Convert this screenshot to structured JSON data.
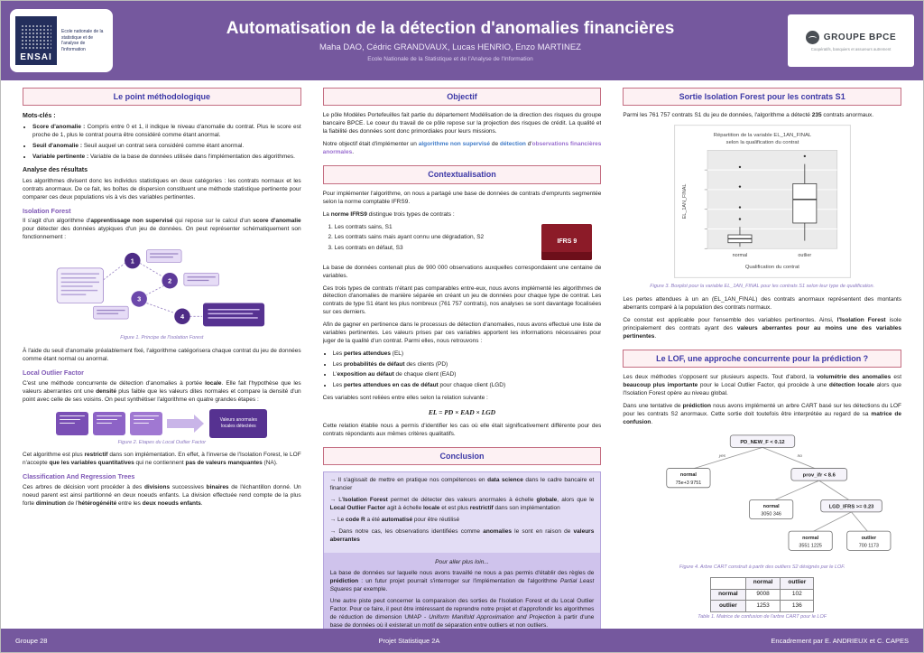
{
  "header": {
    "title": "Automatisation de la détection d'anomalies financières",
    "authors": "Maha DAO, Cédric GRANDVAUX, Lucas HENRIO, Enzo MARTINEZ",
    "school": "Ecole Nationale de la Statistique et de l'Analyse de l'Information",
    "ensai": {
      "name": "ENSAI",
      "desc": "Ecole nationale de la statistique et de l'analyse de l'information"
    },
    "bpce": {
      "name": "GROUPE BPCE",
      "tagline": "Coopératifs, banquiers et assureurs autrement"
    }
  },
  "method": {
    "title": "Le point méthodologique",
    "keywords_title": "Mots-clés :",
    "keywords": [
      {
        "term": "Score d'anomalie :",
        "def": " Compris entre 0 et 1, il indique le niveau d'anomalie du contrat. Plus le score est proche de 1, plus le contrat pourra être considéré comme étant anormal."
      },
      {
        "term": "Seuil d'anomalie :",
        "def": " Seuil auquel un contrat sera considéré comme étant anormal."
      },
      {
        "term": "Variable pertinente :",
        "def": " Variable de la base de données utilisée dans l'implémentation des algorithmes."
      }
    ],
    "analysis_title": "Analyse des résultats",
    "analysis_p": "Les algorithmes divisent donc les individus statistiques en deux catégories : les contrats normaux et les contrats anormaux. De ce fait, les boîtes de dispersion constituent une méthode statistique pertinente pour comparer ces deux populations vis à vis des variables pertinentes.",
    "if_title": "Isolation Forest",
    "if_p": [
      {
        "t": "Il s'agit d'un algorithme d'"
      },
      {
        "t": "apprentissage non supervisé",
        "b": true
      },
      {
        "t": " qui repose sur le calcul d'un "
      },
      {
        "t": "score d'anomalie",
        "b": true
      },
      {
        "t": " pour détecter des données atypiques d'un jeu de données. On peut représenter schématiquement son fonctionnement :"
      }
    ],
    "fig1_steps": [
      "1",
      "2",
      "3",
      "4"
    ],
    "fig1_caption": "Figure 1. Principe de l'Isolation Forest",
    "if_p2": "À l'aide du seuil d'anomalie préalablement fixé, l'algorithme catégorisera chaque contrat du jeu de données comme étant normal ou anormal.",
    "lof_title": "Local Outlier Factor",
    "lof_p": [
      {
        "t": "C'est une méthode concurrente de détection d'anomalies à portée "
      },
      {
        "t": "locale",
        "b": true
      },
      {
        "t": ". Elle fait l'hypothèse que les valeurs aberrantes ont une "
      },
      {
        "t": "densité",
        "b": true
      },
      {
        "t": " plus faible que les valeurs dites normales et compare la densité d'un point avec celle de ses voisins. On peut synthétiser l'algorithme en quatre grandes étapes :"
      }
    ],
    "fig2_result": "Valeurs anormales locales détectées",
    "fig2_caption": "Figure 2. Etapes du Local Outlier Factor",
    "lof_p2": [
      {
        "t": "Cet algorithme est plus "
      },
      {
        "t": "restrictif",
        "b": true
      },
      {
        "t": " dans son implémentation. En effet, à l'inverse de l'Isolation Forest, le LOF n'accepte "
      },
      {
        "t": "que les variables quantitatives",
        "b": true
      },
      {
        "t": " qui ne contiennent "
      },
      {
        "t": "pas de valeurs manquantes",
        "b": true
      },
      {
        "t": " (NA)."
      }
    ],
    "cart_title": "Classification And Regression Trees",
    "cart_p": [
      {
        "t": "Ces arbres de décision vont procéder à des "
      },
      {
        "t": "divisions",
        "b": true
      },
      {
        "t": " successives "
      },
      {
        "t": "binaires",
        "b": true
      },
      {
        "t": " de l'échantillon donné. Un noeud parent est ainsi partitionné en deux noeuds enfants. La division effectuée rend compte de la plus forte "
      },
      {
        "t": "diminution",
        "b": true
      },
      {
        "t": " de l'"
      },
      {
        "t": "hétérogénéité",
        "b": true
      },
      {
        "t": " entre les "
      },
      {
        "t": "deux noeuds enfants",
        "b": true
      },
      {
        "t": "."
      }
    ]
  },
  "objectif": {
    "title": "Objectif",
    "p1": "Le pôle Modèles Portefeuilles fait partie du département Modélisation de la direction des risques du groupe bancaire BPCE. Le coeur du travail de ce pôle repose sur la projection des risques de crédit. La qualité et la fiabilité des données sont donc primordiales pour leurs missions.",
    "p2": [
      {
        "t": "Notre objectif était d'implémenter un "
      },
      {
        "t": "algorithme non supervisé",
        "c": "hl-blue"
      },
      {
        "t": " de "
      },
      {
        "t": "détection",
        "c": "hl-blue"
      },
      {
        "t": " d'"
      },
      {
        "t": "observations financières anormales",
        "c": "hl-purple"
      },
      {
        "t": "."
      }
    ]
  },
  "context": {
    "title": "Contextualisation",
    "p1": "Pour implémenter l'algorithme, on nous a partagé une base de données de contrats d'emprunts segmentée selon la norme comptable IFRS9.",
    "p2": [
      {
        "t": "La "
      },
      {
        "t": "norme IFRS9",
        "b": true
      },
      {
        "t": " distingue trois types de contrats :"
      }
    ],
    "types": [
      "Les contrats sains, S1",
      "Les contrats sains mais ayant connu une dégradation, S2",
      "Les contrats en défaut, S3"
    ],
    "badge_label": "IFRS 9",
    "p3": "La base de données contenait plus de 900 000 observations auxquelles correspondaient une centaine de variables.",
    "p4": "Ces trois types de contrats n'étant pas comparables entre-eux, nous avons implémenté les algorithmes de détection d'anomalies de manière séparée en créant un jeu de données pour chaque type de contrat. Les contrats de type S1 étant les plus nombreux (761 757 contrats), nos analyses se sont davantage focalisées sur ces derniers.",
    "p5": "Afin de gagner en pertinence dans le processus de détection d'anomalies, nous avons effectué une liste de variables pertinentes. Les valeurs prises par ces variables apportent les informations nécessaires pour juger de la qualité d'un contrat. Parmi elles, nous retrouvons :",
    "vars": [
      [
        {
          "t": "Les "
        },
        {
          "t": "pertes attendues",
          "b": true
        },
        {
          "t": " (EL)"
        }
      ],
      [
        {
          "t": "Les "
        },
        {
          "t": "probabilités de défaut",
          "b": true
        },
        {
          "t": " des clients (PD)"
        }
      ],
      [
        {
          "t": "L'"
        },
        {
          "t": "exposition au défaut",
          "b": true
        },
        {
          "t": " de chaque client (EAD)"
        }
      ],
      [
        {
          "t": "Les "
        },
        {
          "t": "pertes attendues en cas de défaut",
          "b": true
        },
        {
          "t": " pour chaque client (LGD)"
        }
      ]
    ],
    "p6": "Ces variables sont reliées entre elles selon la relation suivante :",
    "formula": "EL = PD × EAD × LGD",
    "p7": "Cette relation établie nous a permis d'identifier les cas où elle était significativement différente pour des contrats répondants aux mêmes critères qualitatifs."
  },
  "conclusion": {
    "title": "Conclusion",
    "items": [
      [
        {
          "t": "→ Il s'agissait de mettre en pratique nos compétences en "
        },
        {
          "t": "data science",
          "b": true
        },
        {
          "t": " dans le cadre bancaire et financier"
        }
      ],
      [
        {
          "t": "→ L'"
        },
        {
          "t": "Isolation Forest",
          "b": true
        },
        {
          "t": " permet de détecter des valeurs anormales à échelle "
        },
        {
          "t": "globale",
          "b": true
        },
        {
          "t": ", alors que le "
        },
        {
          "t": "Local Outlier Factor",
          "b": true
        },
        {
          "t": " agit à échelle "
        },
        {
          "t": "locale",
          "b": true
        },
        {
          "t": " et est plus "
        },
        {
          "t": "restrictif",
          "b": true
        },
        {
          "t": " dans son implémentation"
        }
      ],
      [
        {
          "t": "→ Le "
        },
        {
          "t": "code R",
          "b": true
        },
        {
          "t": " a été "
        },
        {
          "t": "automatisé",
          "b": true
        },
        {
          "t": " pour être réutilisé"
        }
      ],
      [
        {
          "t": "→ Dans notre cas, les observations identifiées comme "
        },
        {
          "t": "anomalies",
          "b": true
        },
        {
          "t": " le sont en raison de "
        },
        {
          "t": "valeurs aberrantes",
          "b": true
        }
      ]
    ],
    "more_title": "Pour aller plus loin...",
    "more_p1": [
      {
        "t": "La base de données sur laquelle nous avons travaillé ne nous a pas permis d'établir des règles de "
      },
      {
        "t": "prédiction",
        "b": true
      },
      {
        "t": " : un futur projet pourrait s'interroger sur l'implémentation de l'algorithme "
      },
      {
        "t": "Partial Least Squares",
        "i": true
      },
      {
        "t": " par exemple."
      }
    ],
    "more_p2": [
      {
        "t": "Une autre piste peut concerner la comparaison des sorties de l'Isolation Forest et du Local Outlier Factor. Pour ce faire, il peut être intéressant de reprendre notre projet et d'approfondir les algorithmes de réduction de dimension UMAP - "
      },
      {
        "t": "Uniform Manifold Approximation and Projection",
        "i": true
      },
      {
        "t": " à partir d'une base de données où il existerait un motif de séparation entre outliers et non outliers."
      }
    ]
  },
  "sortie": {
    "title": "Sortie Isolation Forest pour les contrats S1",
    "p1": [
      {
        "t": "Parmi les 761 757 contrats S1 du jeu de données, l'algorithme a détecté "
      },
      {
        "t": "235",
        "b": true
      },
      {
        "t": " contrats anormaux."
      }
    ],
    "fig3": {
      "title1": "Répartition de la variable EL_1AN_FINAL",
      "title2": "selon la qualification du contrat",
      "ylabel": "EL_1AN_FINAL",
      "xlabel": "Qualification du contrat",
      "categories": [
        "normal",
        "outlier"
      ]
    },
    "fig3_caption": "Figure 3. Boxplot pour la variable EL_1AN_FINAL pour les contrats S1 selon leur type de qualification.",
    "p2": "Les pertes attendues à un an (EL_1AN_FINAL) des contrats anormaux représentent des montants aberrants comparé à la population des contrats normaux.",
    "p3": [
      {
        "t": "Ce constat est applicable pour l'ensemble des variables pertinentes. Ainsi, "
      },
      {
        "t": "l'Isolation Forest",
        "b": true
      },
      {
        "t": " isole principalement des contrats ayant des "
      },
      {
        "t": "valeurs aberrantes pour au moins une des variables pertinentes",
        "b": true
      },
      {
        "t": "."
      }
    ]
  },
  "lofpred": {
    "title": "Le LOF, une approche concurrente pour la prédiction ?",
    "p1": [
      {
        "t": "Les deux méthodes s'opposent sur plusieurs aspects. Tout d'abord, la "
      },
      {
        "t": "volumétrie des anomalies",
        "b": true
      },
      {
        "t": " est "
      },
      {
        "t": "beaucoup plus importante",
        "b": true
      },
      {
        "t": " pour le Local Outlier Factor, qui procède à une "
      },
      {
        "t": "détection locale",
        "b": true
      },
      {
        "t": " alors que l'Isolation Forest opère au niveau global."
      }
    ],
    "p2": [
      {
        "t": "Dans une tentative de "
      },
      {
        "t": "prédiction",
        "b": true
      },
      {
        "t": " nous avons implémenté un arbre CART basé sur les détections du LOF pour les contrats S2 anormaux. Cette sortie doit toutefois être interprétée au regard de sa "
      },
      {
        "t": "matrice de confusion",
        "b": true
      },
      {
        "t": "."
      }
    ],
    "fig4": {
      "root": "PD_NEW_F < 0.12",
      "yes": "yes",
      "no": "no",
      "leaf1": [
        "normal",
        "75e+3 9751"
      ],
      "node2": "prov_ifr < 8.6",
      "leaf2": [
        "normal",
        "3050 346"
      ],
      "node3": "LGD_IFRS >= 0.23",
      "leaf3": [
        "normal",
        "3551 1225"
      ],
      "leaf4": [
        "outlier",
        "700 1173"
      ]
    },
    "fig4_caption": "Figure 4. Arbre CART construit à partir des outliers S2 désignés par le LOF.",
    "table1": {
      "col_headers": [
        "normal",
        "outlier"
      ],
      "rows": [
        {
          "label": "normal",
          "values": [
            "9008",
            "102"
          ]
        },
        {
          "label": "outlier",
          "values": [
            "1253",
            "136"
          ]
        }
      ],
      "caption": "Table 1. Matrice de confusion de l'arbre CART pour le LOF"
    }
  },
  "footer": {
    "left": "Groupe 28",
    "center": "Projet Statistique 2A",
    "right": "Encadrement par E. ANDRIEUX et C. CAPES"
  }
}
